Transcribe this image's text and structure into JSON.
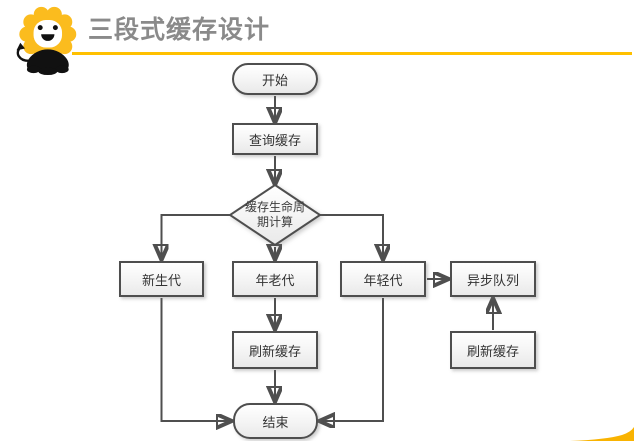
{
  "header": {
    "title": "三段式缓存设计",
    "logo_icon": "lion-mascot",
    "accent_color": "#FFC000"
  },
  "flowchart": {
    "nodes": {
      "start": {
        "label": "开始",
        "type": "terminator"
      },
      "query_cache": {
        "label": "查询缓存",
        "type": "process"
      },
      "lifecycle_calc": {
        "label": "缓存生命周期计算",
        "type": "decision"
      },
      "new_gen": {
        "label": "新生代",
        "type": "process"
      },
      "old_gen": {
        "label": "年老代",
        "type": "process"
      },
      "young_gen": {
        "label": "年轻代",
        "type": "process"
      },
      "async_queue": {
        "label": "异步队列",
        "type": "process"
      },
      "refresh_cache_mid": {
        "label": "刷新缓存",
        "type": "process"
      },
      "refresh_cache_right": {
        "label": "刷新缓存",
        "type": "process"
      },
      "end": {
        "label": "结束",
        "type": "terminator"
      }
    },
    "edges": [
      {
        "from": "start",
        "to": "query_cache"
      },
      {
        "from": "query_cache",
        "to": "lifecycle_calc"
      },
      {
        "from": "lifecycle_calc",
        "to": "new_gen"
      },
      {
        "from": "lifecycle_calc",
        "to": "old_gen"
      },
      {
        "from": "lifecycle_calc",
        "to": "young_gen"
      },
      {
        "from": "new_gen",
        "to": "end"
      },
      {
        "from": "old_gen",
        "to": "refresh_cache_mid"
      },
      {
        "from": "refresh_cache_mid",
        "to": "end"
      },
      {
        "from": "young_gen",
        "to": "async_queue"
      },
      {
        "from": "young_gen",
        "to": "end"
      },
      {
        "from": "refresh_cache_right",
        "to": "async_queue"
      }
    ]
  },
  "decoration": {
    "corner_icon": "corner-swoosh",
    "corner_color": "#F9B301",
    "line_color": "#4f4f4f"
  }
}
